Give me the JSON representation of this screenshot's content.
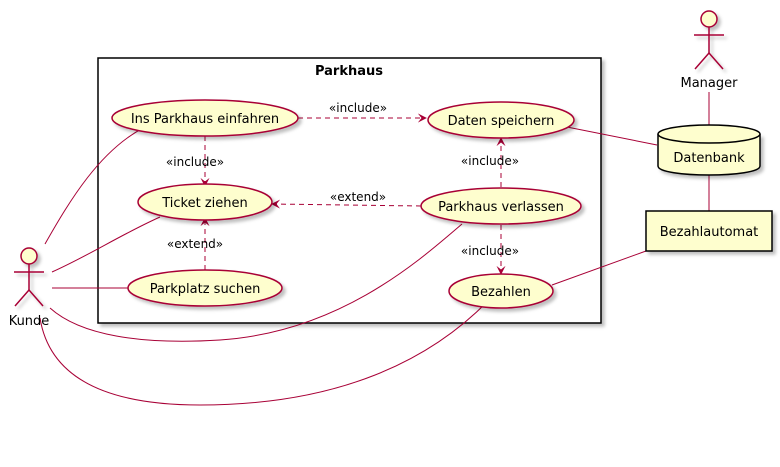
{
  "system": {
    "title": "Parkhaus"
  },
  "actors": {
    "kunde": "Kunde",
    "manager": "Manager"
  },
  "nodes": {
    "datenbank": "Datenbank",
    "bezahlautomat": "Bezahlautomat"
  },
  "use_cases": {
    "einfahren": "Ins Parkhaus einfahren",
    "daten": "Daten speichern",
    "ticket": "Ticket ziehen",
    "verlassen": "Parkhaus verlassen",
    "parkplatz": "Parkplatz suchen",
    "bezahlen": "Bezahlen"
  },
  "relations": {
    "einfahren_daten": "«include»",
    "einfahren_ticket": "«include»",
    "verlassen_ticket": "«extend»",
    "verlassen_daten": "«include»",
    "parkplatz_ticket": "«extend»",
    "verlassen_bezahlen": "«include»"
  },
  "colors": {
    "line": "#A80036",
    "fill": "#FEFECE",
    "border": "#000000"
  }
}
